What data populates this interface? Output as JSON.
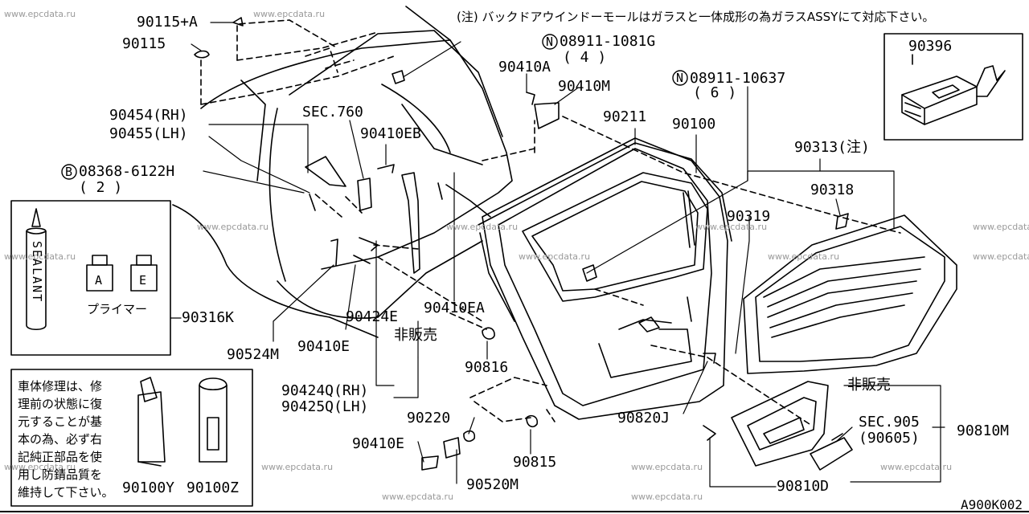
{
  "diagram_code": "A900K002",
  "watermark": "www.epcdata.ru",
  "note": "(注) バックドアウインドーモールはガラスと一体成形の為ガラスASSYにて対応下さい。",
  "repair_note": [
    "車体修理は、修",
    "理前の状態に復",
    "元することが基",
    "本の為、必ず右",
    "記純正部品を使",
    "用し防錆品質を",
    "維持して下さい。"
  ],
  "sealant_text": "SEALANT",
  "primer": {
    "label": "プライマー",
    "a": "A",
    "e": "E"
  },
  "labels": {
    "p90115A": "90115+A",
    "p90115": "90115",
    "p90454": "90454(RH)",
    "p90455": "90455(LH)",
    "sec760": "SEC.760",
    "p90410EB": "90410EB",
    "boltB": "08368-6122H",
    "boltB_qty": "( 2 )",
    "boltB_sym": "B",
    "nutN1": "08911-1081G",
    "nutN1_qty": "( 4 )",
    "nutN2": "08911-10637",
    "nutN2_qty": "( 6 )",
    "n_sym": "N",
    "p90410A": "90410A",
    "p90410M": "90410M",
    "p90211": "90211",
    "p90100": "90100",
    "p90313": "90313(注)",
    "p90318": "90318",
    "p90319": "90319",
    "p90396": "90396",
    "p90316K": "90316K",
    "p90524M": "90524M",
    "p90410E_a": "90410E",
    "p90424E": "90424E",
    "p90410EA": "90410EA",
    "not_sold_1": "非販売",
    "p90816": "90816",
    "p90424Q": "90424Q(RH)",
    "p90425Q": "90425Q(LH)",
    "p90220": "90220",
    "p90410E_b": "90410E",
    "p90520M": "90520M",
    "p90815": "90815",
    "p90820J": "90820J",
    "not_sold_2": "非販売",
    "sec905": "SEC.905",
    "p90605": "(90605)",
    "p90810M": "90810M",
    "p90810D": "90810D",
    "p90100Y": "90100Y",
    "p90100Z": "90100Z"
  }
}
